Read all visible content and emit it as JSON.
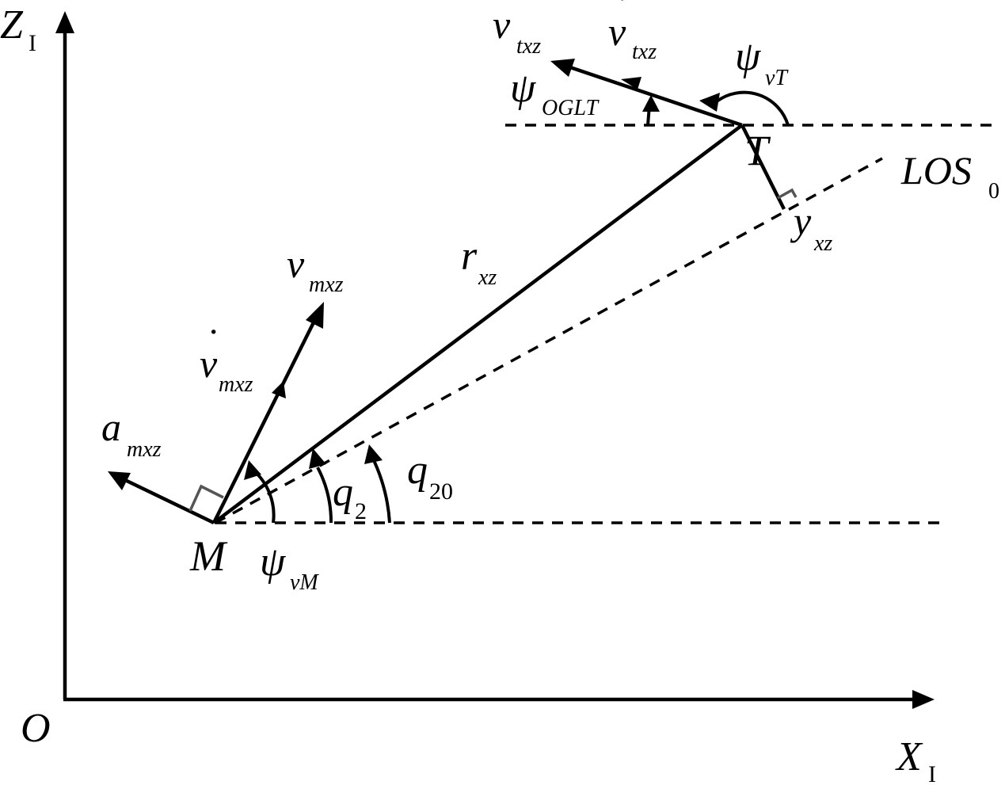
{
  "axes": {
    "z": {
      "main": "Z",
      "sub": "I"
    },
    "x": {
      "main": "X",
      "sub": "I"
    },
    "origin": "O"
  },
  "points": {
    "missile": "M",
    "target": "T"
  },
  "labels": {
    "v_txz": {
      "main": "v",
      "sub": "txz"
    },
    "vdot_txz": {
      "main": "v",
      "dot": "·",
      "sub": "txz"
    },
    "psi_vT": {
      "main": "ψ",
      "sub": "vT"
    },
    "psi_OGLT": {
      "main": "ψ",
      "sub": "OGLT"
    },
    "los0": {
      "main": "LOS",
      "sub": "0"
    },
    "y_xz": {
      "main": "y",
      "sub": "xz"
    },
    "r_xz": {
      "main": "r",
      "sub": "xz"
    },
    "v_mxz": {
      "main": "v",
      "sub": "mxz"
    },
    "vdot_mxz": {
      "main": "v",
      "dot": "·",
      "sub": "mxz"
    },
    "a_mxz": {
      "main": "a",
      "sub": "mxz"
    },
    "q2": {
      "main": "q",
      "sub": "2"
    },
    "q20": {
      "main": "q",
      "sub": "20"
    },
    "psi_vM": {
      "main": "ψ",
      "sub": "vM"
    }
  }
}
